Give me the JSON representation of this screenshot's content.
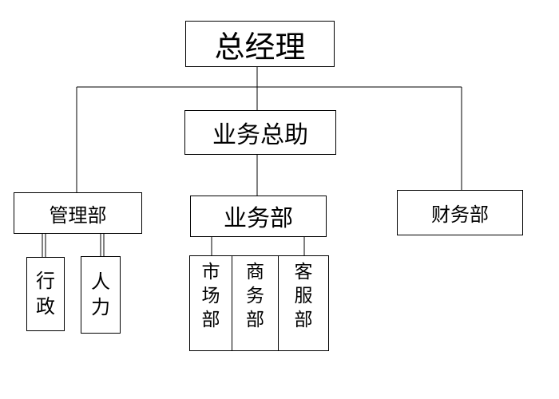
{
  "org_chart": {
    "top": "总经理",
    "assistant": "业务总助",
    "departments": {
      "management": "管理部",
      "business": "业务部",
      "finance": "财务部"
    },
    "management_units": [
      "行政",
      "人力"
    ],
    "business_units": [
      "市场部",
      "商务部",
      "客服部"
    ]
  }
}
